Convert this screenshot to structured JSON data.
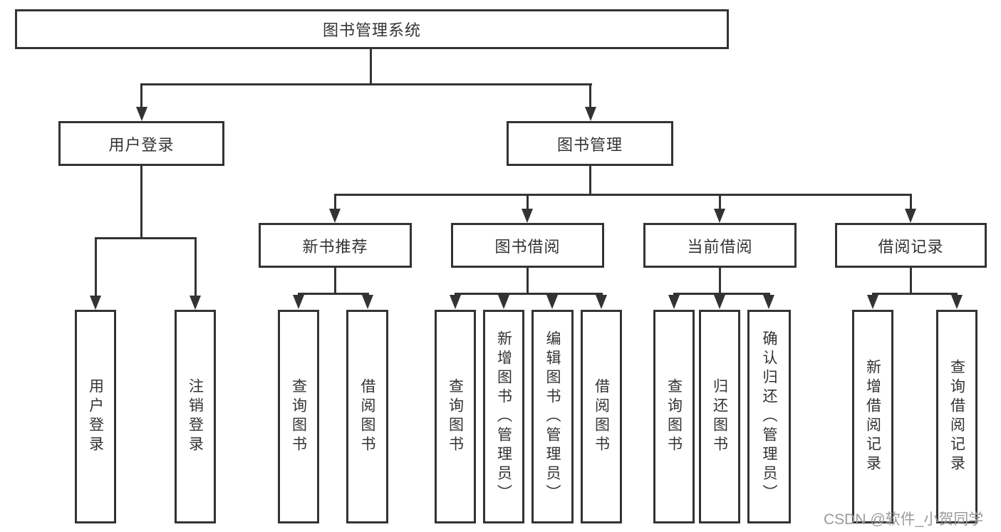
{
  "diagram": {
    "root": {
      "label": "图书管理系统"
    },
    "branches": [
      {
        "label": "用户登录",
        "children": [
          {
            "label": "用户登录"
          },
          {
            "label": "注销登录"
          }
        ]
      },
      {
        "label": "图书管理",
        "children": [
          {
            "label": "新书推荐",
            "children": [
              {
                "label": "查询图书"
              },
              {
                "label": "借阅图书"
              }
            ]
          },
          {
            "label": "图书借阅",
            "children": [
              {
                "label": "查询图书"
              },
              {
                "label": "新增图书（管理员）"
              },
              {
                "label": "编辑图书（管理员）"
              },
              {
                "label": "借阅图书"
              }
            ]
          },
          {
            "label": "当前借阅",
            "children": [
              {
                "label": "查询图书"
              },
              {
                "label": "归还图书"
              },
              {
                "label": "确认归还（管理员）"
              }
            ]
          },
          {
            "label": "借阅记录",
            "children": [
              {
                "label": "新增借阅记录"
              },
              {
                "label": "查询借阅记录"
              }
            ]
          }
        ]
      }
    ]
  },
  "watermark": {
    "text": "CSDN @软件_小贺同学"
  },
  "colors": {
    "line": "#333333",
    "text": "#333333",
    "watermark_text": "#9b9b9b",
    "background": "#ffffff"
  }
}
